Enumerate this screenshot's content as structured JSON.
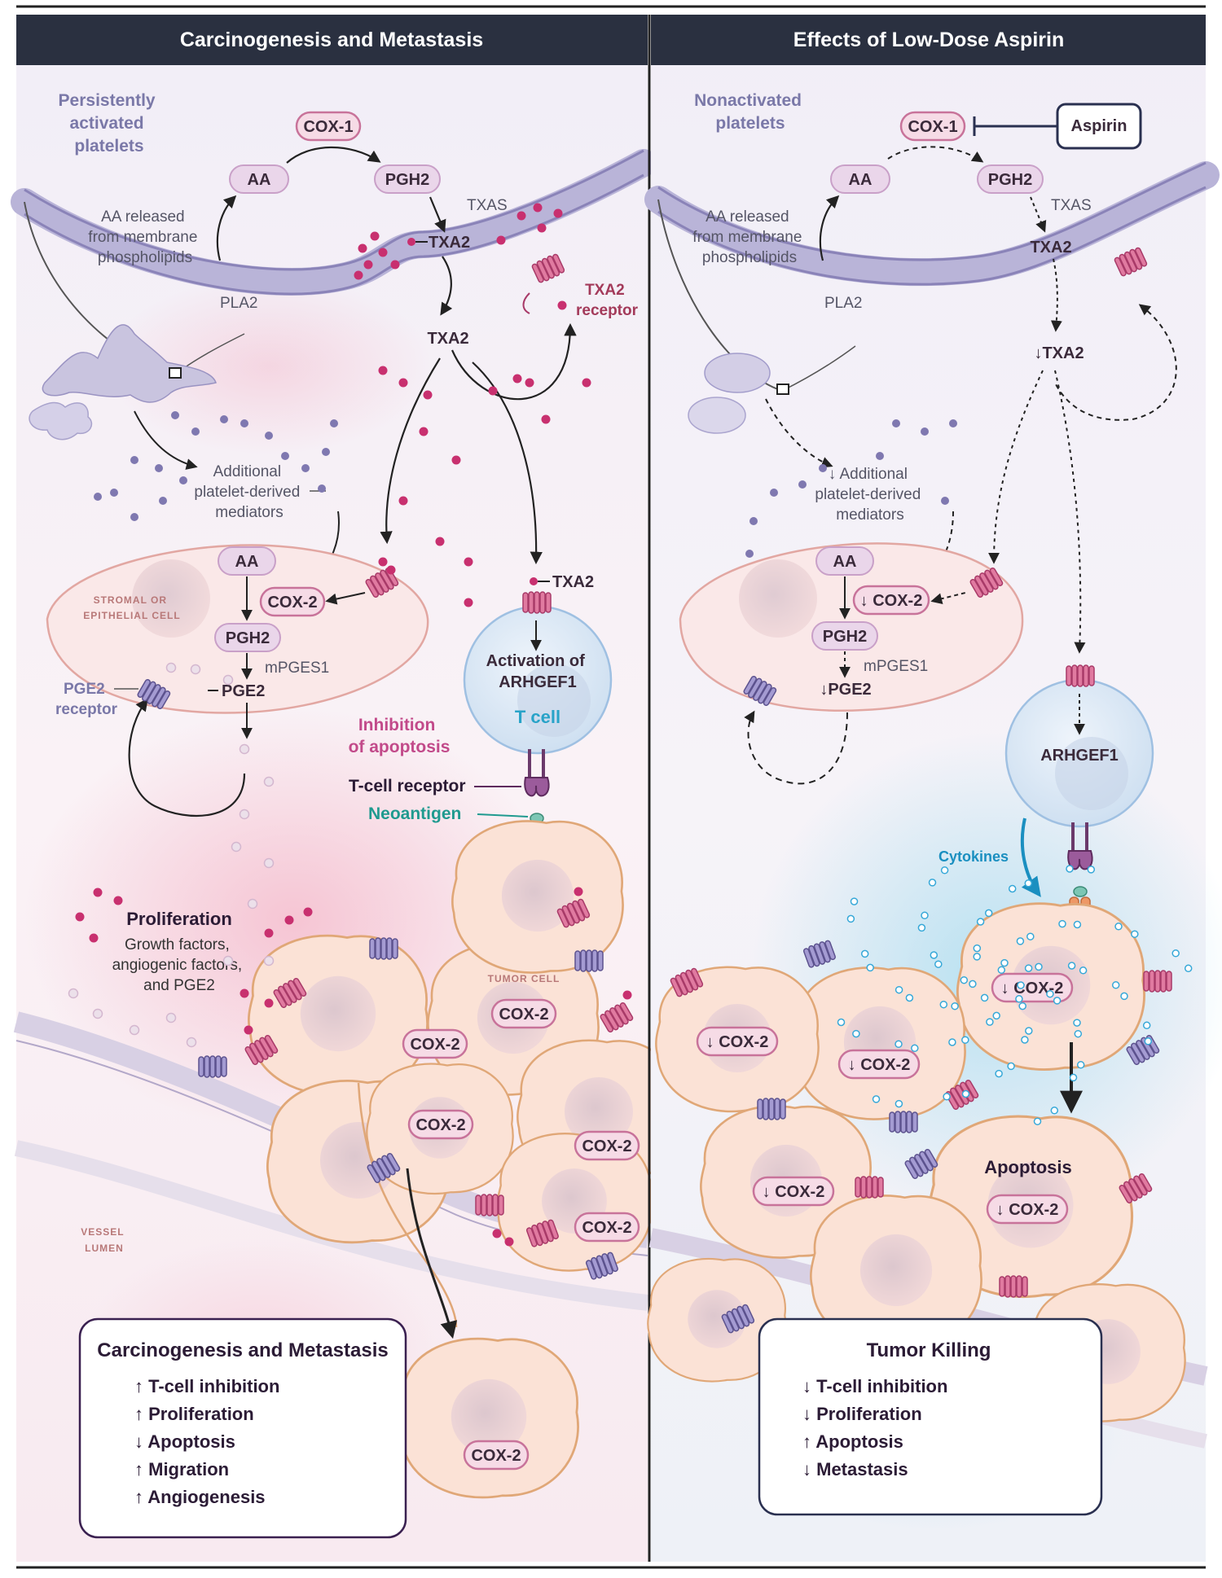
{
  "panels": {
    "left_title": "Carcinogenesis and Metastasis",
    "right_title": "Effects of Low-Dose Aspirin"
  },
  "left": {
    "platelets": "Persistently activated platelets",
    "platelets_lines": [
      "Persistently",
      "activated",
      "platelets"
    ],
    "cox1": "COX-1",
    "aa": "AA",
    "pgh2": "PGH2",
    "txas": "TXAS",
    "txa2_inner": "TXA2",
    "txa2_released": "TXA2",
    "txa2_receptor_lines": [
      "TXA2",
      "receptor"
    ],
    "aa_released_lines": [
      "AA released",
      "from membrane",
      "phospholipids"
    ],
    "pla2": "PLA2",
    "additional_lines": [
      "Additional",
      "platelet-derived",
      "mediators"
    ],
    "stromal_lines": [
      "STROMAL OR",
      "EPITHELIAL CELL"
    ],
    "stromal_aa": "AA",
    "stromal_cox2": "COX-2",
    "stromal_pgh2": "PGH2",
    "mpges1": "mPGES1",
    "pge2": "PGE2",
    "pge2_receptor_lines": [
      "PGE2",
      "receptor"
    ],
    "tcell_txa2": "TXA2",
    "activation_lines": [
      "Activation of",
      "ARHGEF1"
    ],
    "tcell": "T cell",
    "inhibition_lines": [
      "Inhibition",
      "of apoptosis"
    ],
    "tcr": "T-cell receptor",
    "neoantigen": "Neoantigen",
    "proliferation": "Proliferation",
    "growth_lines": [
      "Growth factors,",
      "angiogenic factors,",
      "and PGE2"
    ],
    "tumor_cell": "TUMOR CELL",
    "vessel_lines": [
      "VESSEL",
      "LUMEN"
    ],
    "cox2_labels": [
      "COX-2",
      "COX-2",
      "COX-2",
      "COX-2",
      "COX-2",
      "COX-2"
    ],
    "summary_title": "Carcinogenesis and Metastasis",
    "summary_items": [
      "↑ T-cell inhibition",
      "↑ Proliferation",
      "↓ Apoptosis",
      "↑ Migration",
      "↑ Angiogenesis"
    ]
  },
  "right": {
    "platelets_lines": [
      "Nonactivated",
      "platelets"
    ],
    "cox1": "COX-1",
    "aspirin": "Aspirin",
    "aa": "AA",
    "pgh2": "PGH2",
    "txas": "TXAS",
    "txa2": "TXA2",
    "txa2_down": "↓TXA2",
    "aa_released_lines": [
      "AA released",
      "from membrane",
      "phospholipids"
    ],
    "pla2": "PLA2",
    "additional_lines": [
      "↓ Additional",
      "platelet-derived",
      "mediators"
    ],
    "stromal_aa": "AA",
    "stromal_cox2": "↓ COX-2",
    "stromal_pgh2": "PGH2",
    "mpges1": "mPGES1",
    "pge2": "↓PGE2",
    "arhgef1": "ARHGEF1",
    "cytokines": "Cytokines",
    "apoptosis": "Apoptosis",
    "cox2_labels": [
      "↓ COX-2",
      "↓ COX-2",
      "↓ COX-2",
      "↓ COX-2",
      "↓ COX-2"
    ],
    "summary_title": "Tumor Killing",
    "summary_items": [
      "↓ T-cell inhibition",
      "↓ Proliferation",
      "↑ Apoptosis",
      "↓ Metastasis"
    ]
  },
  "colors": {
    "header_bg": "#2a3040",
    "membrane": "#b9b4d8",
    "pill_fill": "#f6dbe6",
    "pill_stroke": "#c8739a",
    "tumor_fill": "#fbe2d6",
    "tumor_stroke": "#e0a777",
    "magenta_dot": "#c8306f",
    "lavender_dot": "#7f78b0",
    "cytokine": "#36a8d8"
  }
}
